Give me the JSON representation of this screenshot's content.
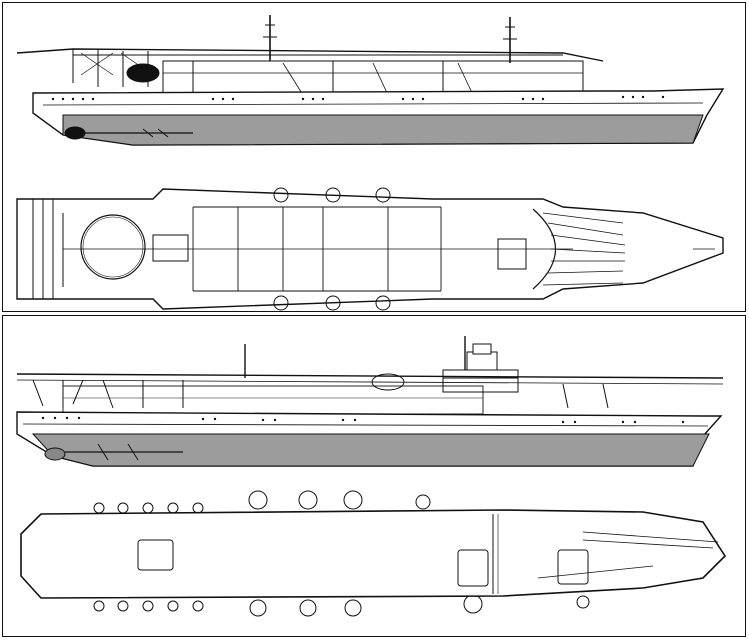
{
  "figure": {
    "kind": "naval line drawing",
    "ships": [
      {
        "id": "upper-carrier",
        "views": [
          "side-profile",
          "flight-deck-plan"
        ],
        "colors": {
          "hull_below_waterline": "#9c9c9c",
          "lines": "#111111",
          "deck": "#ffffff"
        }
      },
      {
        "id": "lower-carrier",
        "views": [
          "side-profile",
          "flight-deck-plan"
        ],
        "colors": {
          "hull_below_waterline": "#9c9c9c",
          "lines": "#111111",
          "deck": "#ffffff"
        }
      }
    ],
    "text_labels": []
  }
}
